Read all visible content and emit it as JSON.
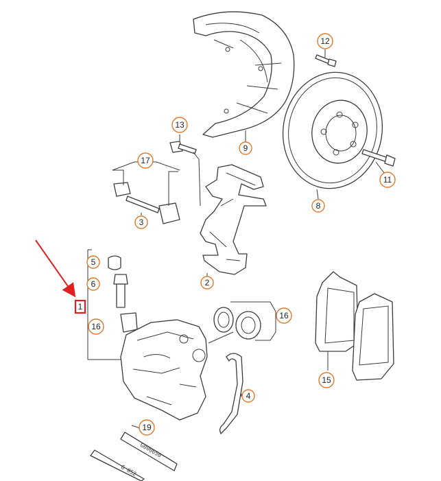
{
  "callouts": {
    "c1": "1",
    "c2": "2",
    "c3": "3",
    "c4": "4",
    "c5": "5",
    "c6": "6",
    "c8": "8",
    "c9": "9",
    "c11": "11",
    "c12": "12",
    "c13": "13",
    "c15": "15",
    "c16a": "16",
    "c16b": "16",
    "c17": "17",
    "c19": "19"
  },
  "tubes": {
    "upper_code": "G000650",
    "lower_code": "G 052"
  },
  "colors": {
    "callout_ring": "#e07a2a",
    "highlight": "#e02020",
    "line_art": "#3a3a3a"
  }
}
